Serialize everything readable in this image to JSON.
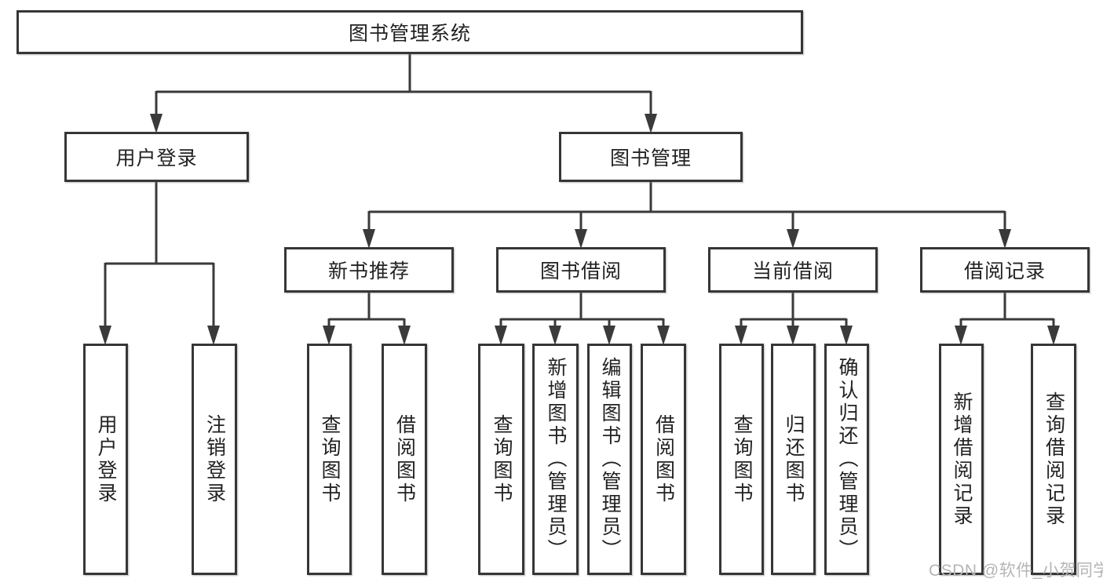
{
  "colors": {
    "line": "#3a3a3a",
    "box_border": "#363636",
    "text": "#222222",
    "watermark": "#b5b5b5",
    "background": "#ffffff"
  },
  "tree": {
    "root": {
      "label": "图书管理系统"
    },
    "children": [
      {
        "label": "用户登录",
        "children": [
          {
            "label": "用户登录"
          },
          {
            "label": "注销登录"
          }
        ]
      },
      {
        "label": "图书管理",
        "children": [
          {
            "label": "新书推荐",
            "children": [
              {
                "label": "查询图书"
              },
              {
                "label": "借阅图书"
              }
            ]
          },
          {
            "label": "图书借阅",
            "children": [
              {
                "label": "查询图书"
              },
              {
                "label": "新增图书（管理员）"
              },
              {
                "label": "编辑图书（管理员）"
              },
              {
                "label": "借阅图书"
              }
            ]
          },
          {
            "label": "当前借阅",
            "children": [
              {
                "label": "查询图书"
              },
              {
                "label": "归还图书"
              },
              {
                "label": "确认归还（管理员）"
              }
            ]
          },
          {
            "label": "借阅记录",
            "children": [
              {
                "label": "新增借阅记录"
              },
              {
                "label": "查询借阅记录"
              }
            ]
          }
        ]
      }
    ]
  },
  "watermark": {
    "text": "CSDN @软件_小贺同学"
  }
}
